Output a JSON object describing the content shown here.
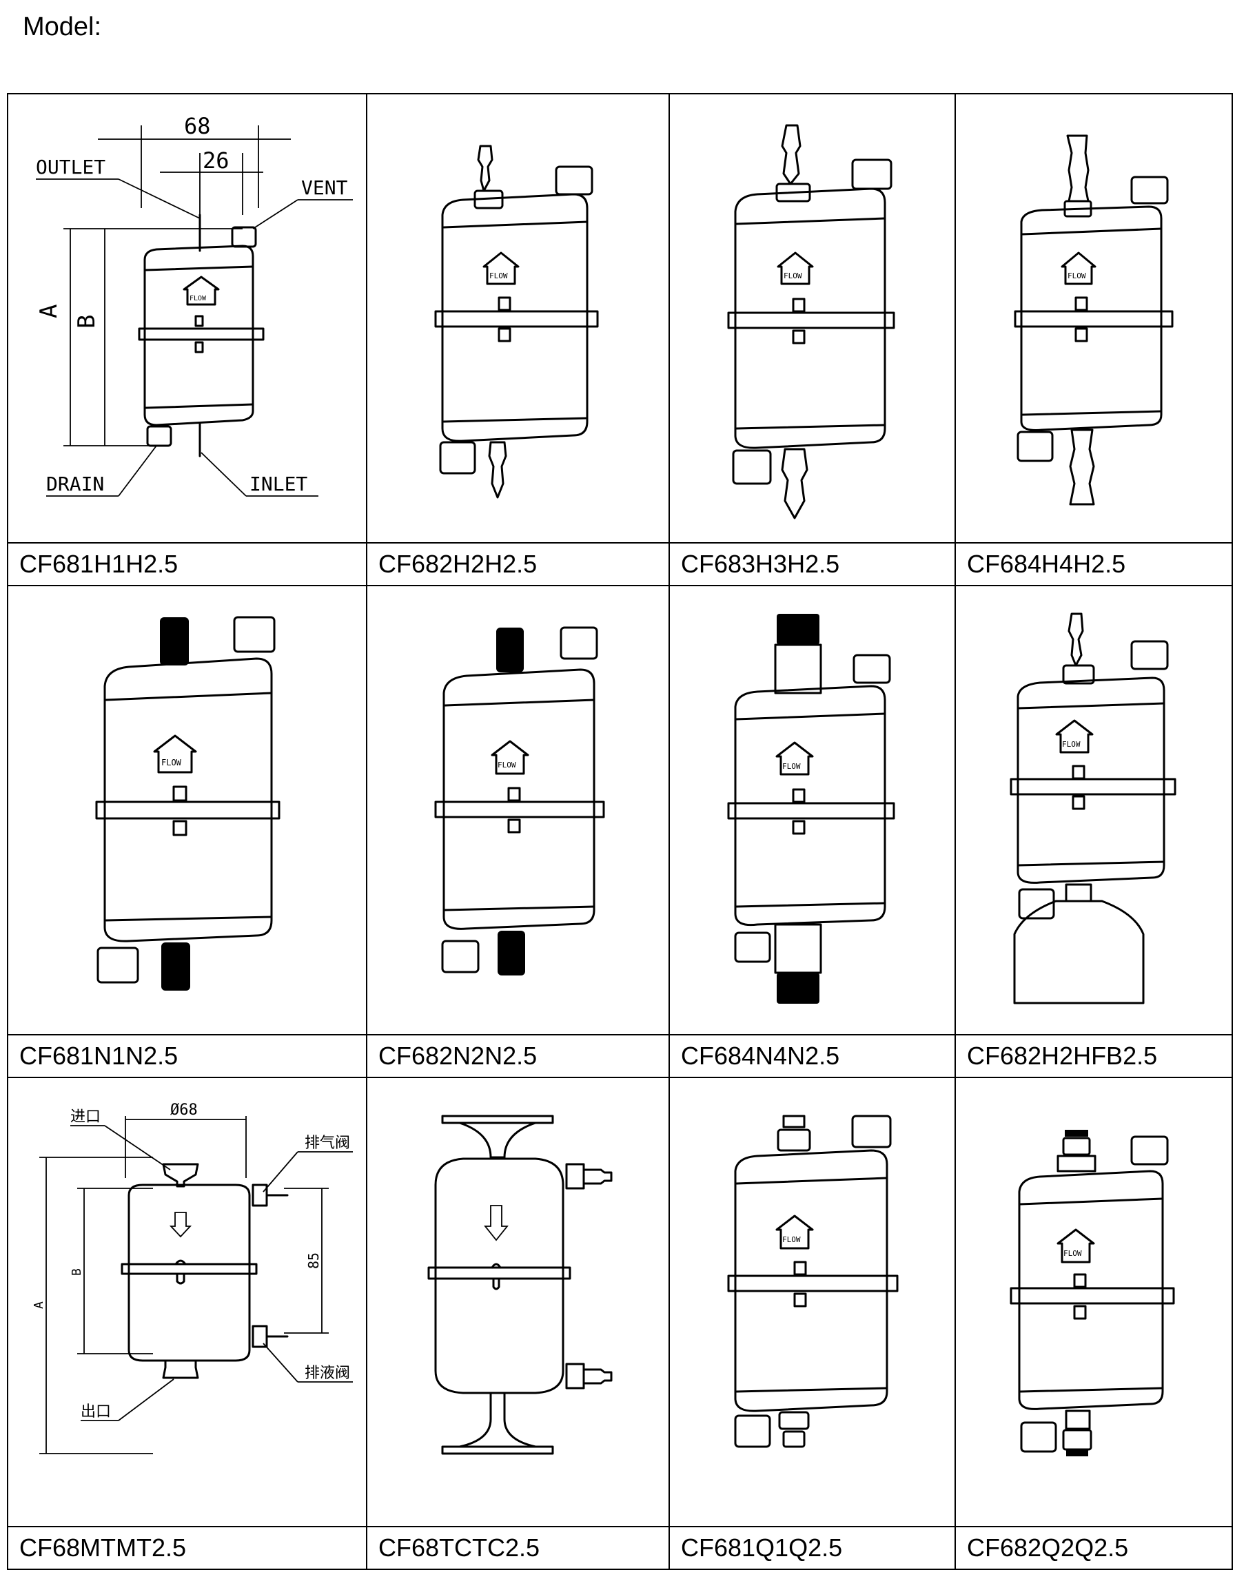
{
  "page": {
    "title": "Model:"
  },
  "rows": [
    {
      "labels": [
        "CF681H1H2.5",
        "CF682H2H2.5",
        "CF683H3H2.5",
        "CF684H4H2.5"
      ]
    },
    {
      "labels": [
        "CF681N1N2.5",
        "CF682N2N2.5",
        "CF684N4N2.5",
        "CF682H2HFB2.5"
      ]
    },
    {
      "labels": [
        "CF68MTMT2.5",
        "CF68TCTC2.5",
        "CF681Q1Q2.5",
        "CF682Q2Q2.5"
      ]
    }
  ],
  "drawing1": {
    "dim_width": "68",
    "dim_port": "26",
    "dim_a": "A",
    "dim_b": "B",
    "outlet": "OUTLET",
    "vent": "VENT",
    "drain": "DRAIN",
    "inlet": "INLET",
    "logo": "FLOW"
  },
  "drawing9": {
    "dim_diameter": "Ø68",
    "dim_a": "A",
    "dim_b": "B",
    "dim_height": "85",
    "inlet": "进口",
    "vent": "排气阀",
    "drain": "排液阀",
    "outlet": "出口"
  },
  "logo_text": "FLOW"
}
